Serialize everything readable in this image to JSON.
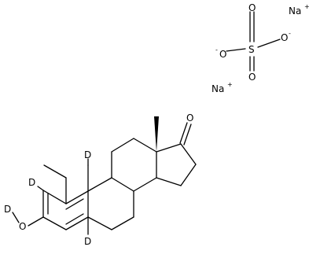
{
  "molecule": {
    "ion_labels": {
      "na_top": "Na",
      "na_top_charge": "+",
      "na_mid": "Na",
      "na_mid_charge": "+"
    },
    "sulfate_labels": {
      "sulfur": "S",
      "oxygen_top": "O",
      "oxygen_bottom": "O",
      "oxygen_left": "O",
      "oxygen_left_charge": "-",
      "oxygen_right": "O",
      "oxygen_right_charge": "-"
    },
    "steroid_labels": {
      "ketone_oxygen": "O",
      "deuterium_1": "D",
      "deuterium_2": "D",
      "deuterium_4": "D",
      "hydroxyl_oxygen": "O",
      "hydroxyl_deuterium": "D"
    }
  }
}
